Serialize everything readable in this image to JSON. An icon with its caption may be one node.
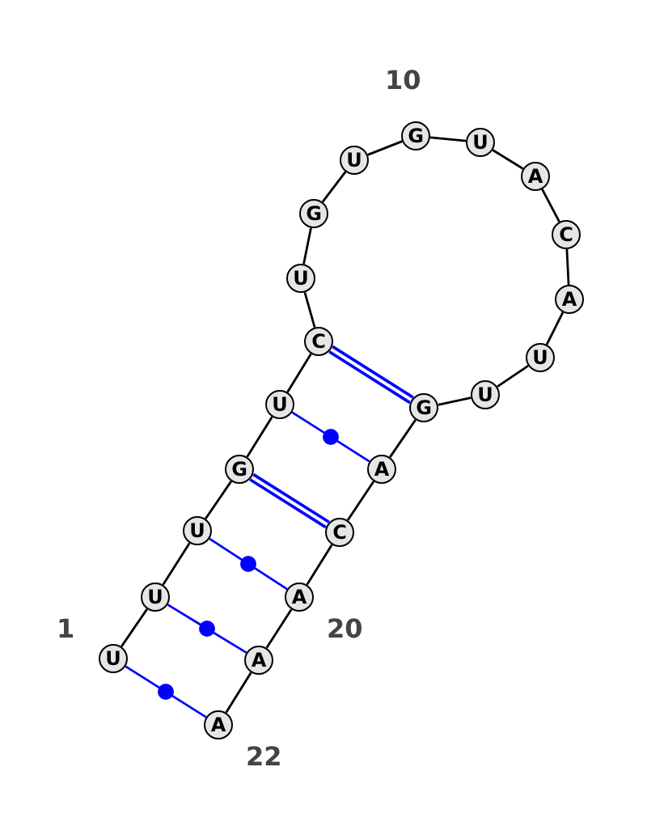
{
  "diagram": {
    "nodes": [
      {
        "text": [
          "U"
        ]
      },
      {
        "text": [
          "U"
        ]
      },
      {
        "text": [
          "U"
        ]
      },
      {
        "text": [
          "G"
        ]
      },
      {
        "text": [
          "U"
        ]
      },
      {
        "text": [
          "C"
        ]
      },
      {
        "text": [
          "U"
        ]
      },
      {
        "text": [
          "G"
        ]
      },
      {
        "text": [
          "U"
        ]
      },
      {
        "text": [
          "G"
        ]
      },
      {
        "text": [
          "U"
        ]
      },
      {
        "text": [
          "A"
        ]
      },
      {
        "text": [
          "C"
        ]
      },
      {
        "text": [
          "A"
        ]
      },
      {
        "text": [
          "U"
        ]
      },
      {
        "text": [
          "U"
        ]
      },
      {
        "text": [
          "G"
        ]
      },
      {
        "text": [
          "A"
        ]
      },
      {
        "text": [
          "C"
        ]
      },
      {
        "text": [
          "A"
        ]
      },
      {
        "text": [
          "A"
        ]
      },
      {
        "text": [
          "A"
        ]
      }
    ],
    "edges": [
      {
        "from": 0,
        "to": 1,
        "arrow": "none"
      },
      {
        "from": 1,
        "to": 2,
        "arrow": "none"
      },
      {
        "from": 2,
        "to": 3,
        "arrow": "none"
      },
      {
        "from": 3,
        "to": 4,
        "arrow": "none"
      },
      {
        "from": 4,
        "to": 5,
        "arrow": "none"
      },
      {
        "from": 5,
        "to": 6,
        "arrow": "none"
      },
      {
        "from": 6,
        "to": 7,
        "arrow": "none"
      },
      {
        "from": 7,
        "to": 8,
        "arrow": "none"
      },
      {
        "from": 8,
        "to": 9,
        "arrow": "none"
      },
      {
        "from": 9,
        "to": 10,
        "arrow": "none"
      },
      {
        "from": 10,
        "to": 11,
        "arrow": "none"
      },
      {
        "from": 11,
        "to": 12,
        "arrow": "none"
      },
      {
        "from": 12,
        "to": 13,
        "arrow": "none"
      },
      {
        "from": 13,
        "to": 14,
        "arrow": "none"
      },
      {
        "from": 14,
        "to": 15,
        "arrow": "none"
      },
      {
        "from": 15,
        "to": 16,
        "arrow": "none"
      },
      {
        "from": 16,
        "to": 17,
        "arrow": "none"
      },
      {
        "from": 17,
        "to": 18,
        "arrow": "none"
      },
      {
        "from": 18,
        "to": 19,
        "arrow": "none"
      },
      {
        "from": 19,
        "to": 20,
        "arrow": "none"
      },
      {
        "from": 20,
        "to": 21,
        "arrow": "none"
      },
      {
        "from": 0,
        "to": 21,
        "arrow": "none",
        "color": "#0000ff"
      },
      {
        "from": 1,
        "to": 20,
        "arrow": "none",
        "color": "#0000ff"
      },
      {
        "from": 2,
        "to": 19,
        "arrow": "none",
        "color": "#0000ff"
      },
      {
        "from": 3,
        "to": 18,
        "arrow": "none",
        "color": "#0000ff",
        "style": "thick"
      },
      {
        "from": 4,
        "to": 17,
        "arrow": "none",
        "color": "#0000ff"
      },
      {
        "from": 5,
        "to": 16,
        "arrow": "none",
        "color": "#0000ff",
        "style": "thick"
      }
    ],
    "labels": [
      "1",
      "10",
      "20",
      "22"
    ]
  }
}
